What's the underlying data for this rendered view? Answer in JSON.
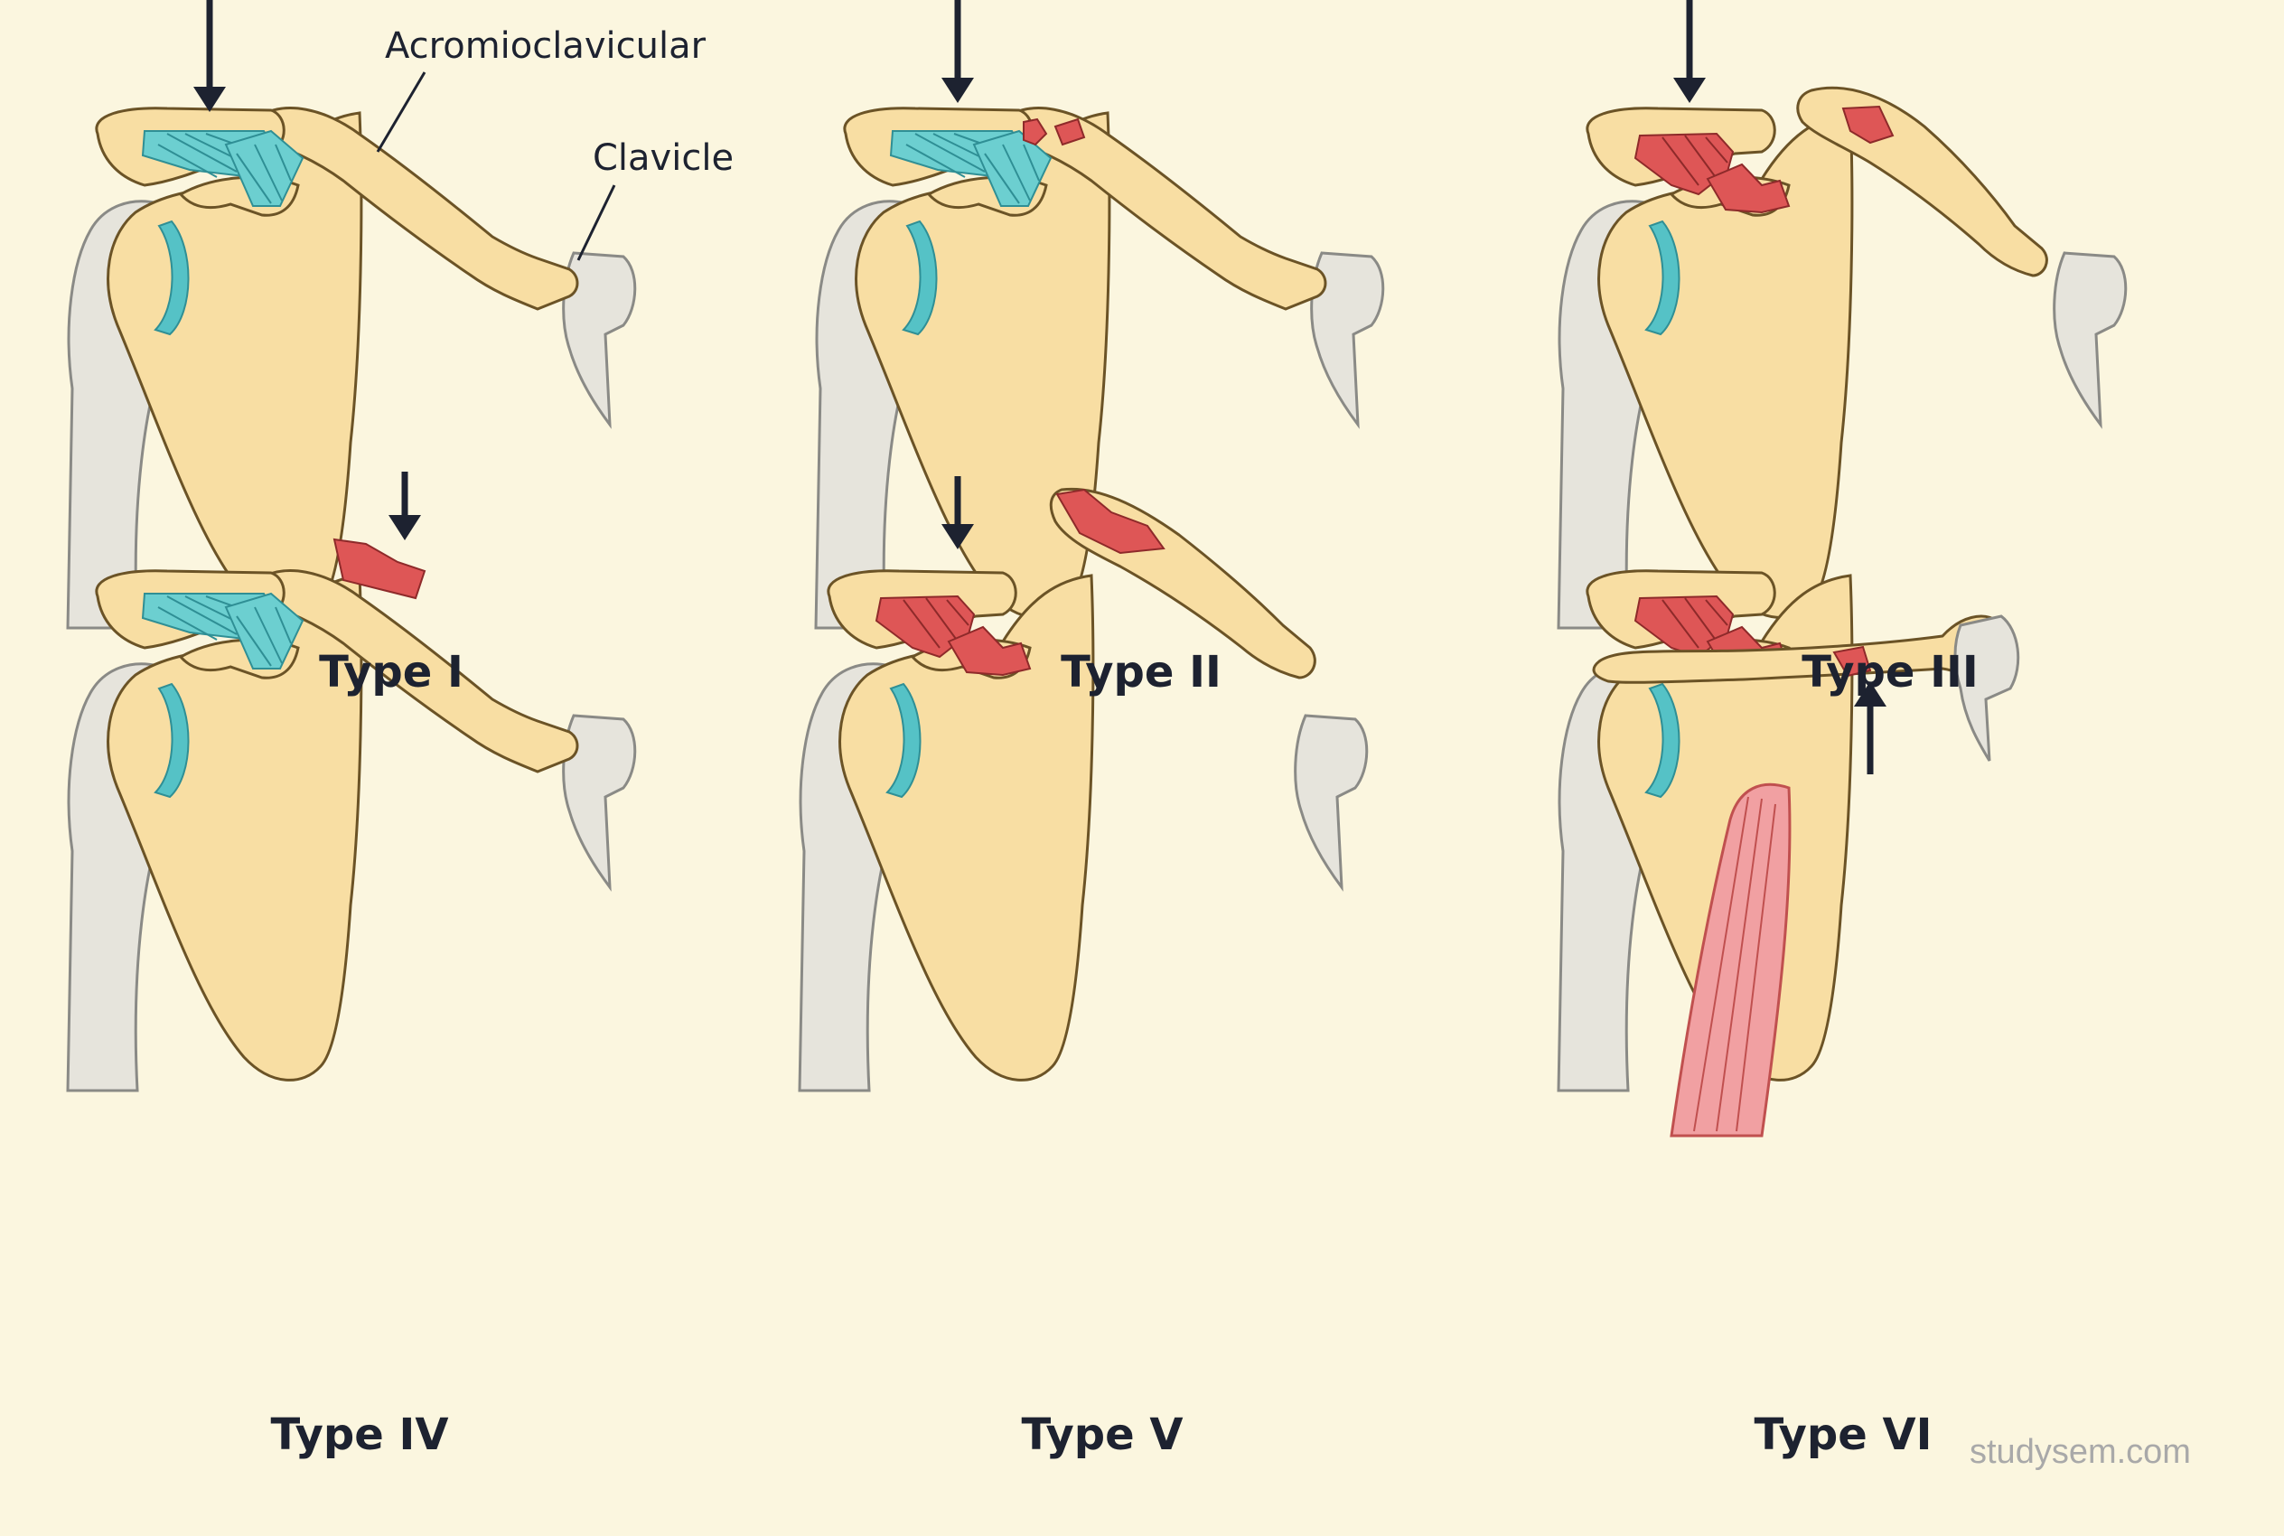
{
  "labels": {
    "acromioclavicular": "Acromioclavicular",
    "clavicle": "Clavicle"
  },
  "panels": [
    {
      "caption": "Type I"
    },
    {
      "caption": "Type II"
    },
    {
      "caption": "Type III"
    },
    {
      "caption": "Type IV"
    },
    {
      "caption": "Type V"
    },
    {
      "caption": "Type VI"
    }
  ],
  "watermark": "studysem.com",
  "colors": {
    "background": "#fbf6df",
    "bone": "#f8dea3",
    "outline": "#6b5326",
    "humerus": "#e6e4dc",
    "cartilage": "#55c2c6",
    "ligament": "#6ccfd0",
    "torn": "#de5656",
    "muscle": "#f1a0a2",
    "arrow": "#1d2230"
  }
}
